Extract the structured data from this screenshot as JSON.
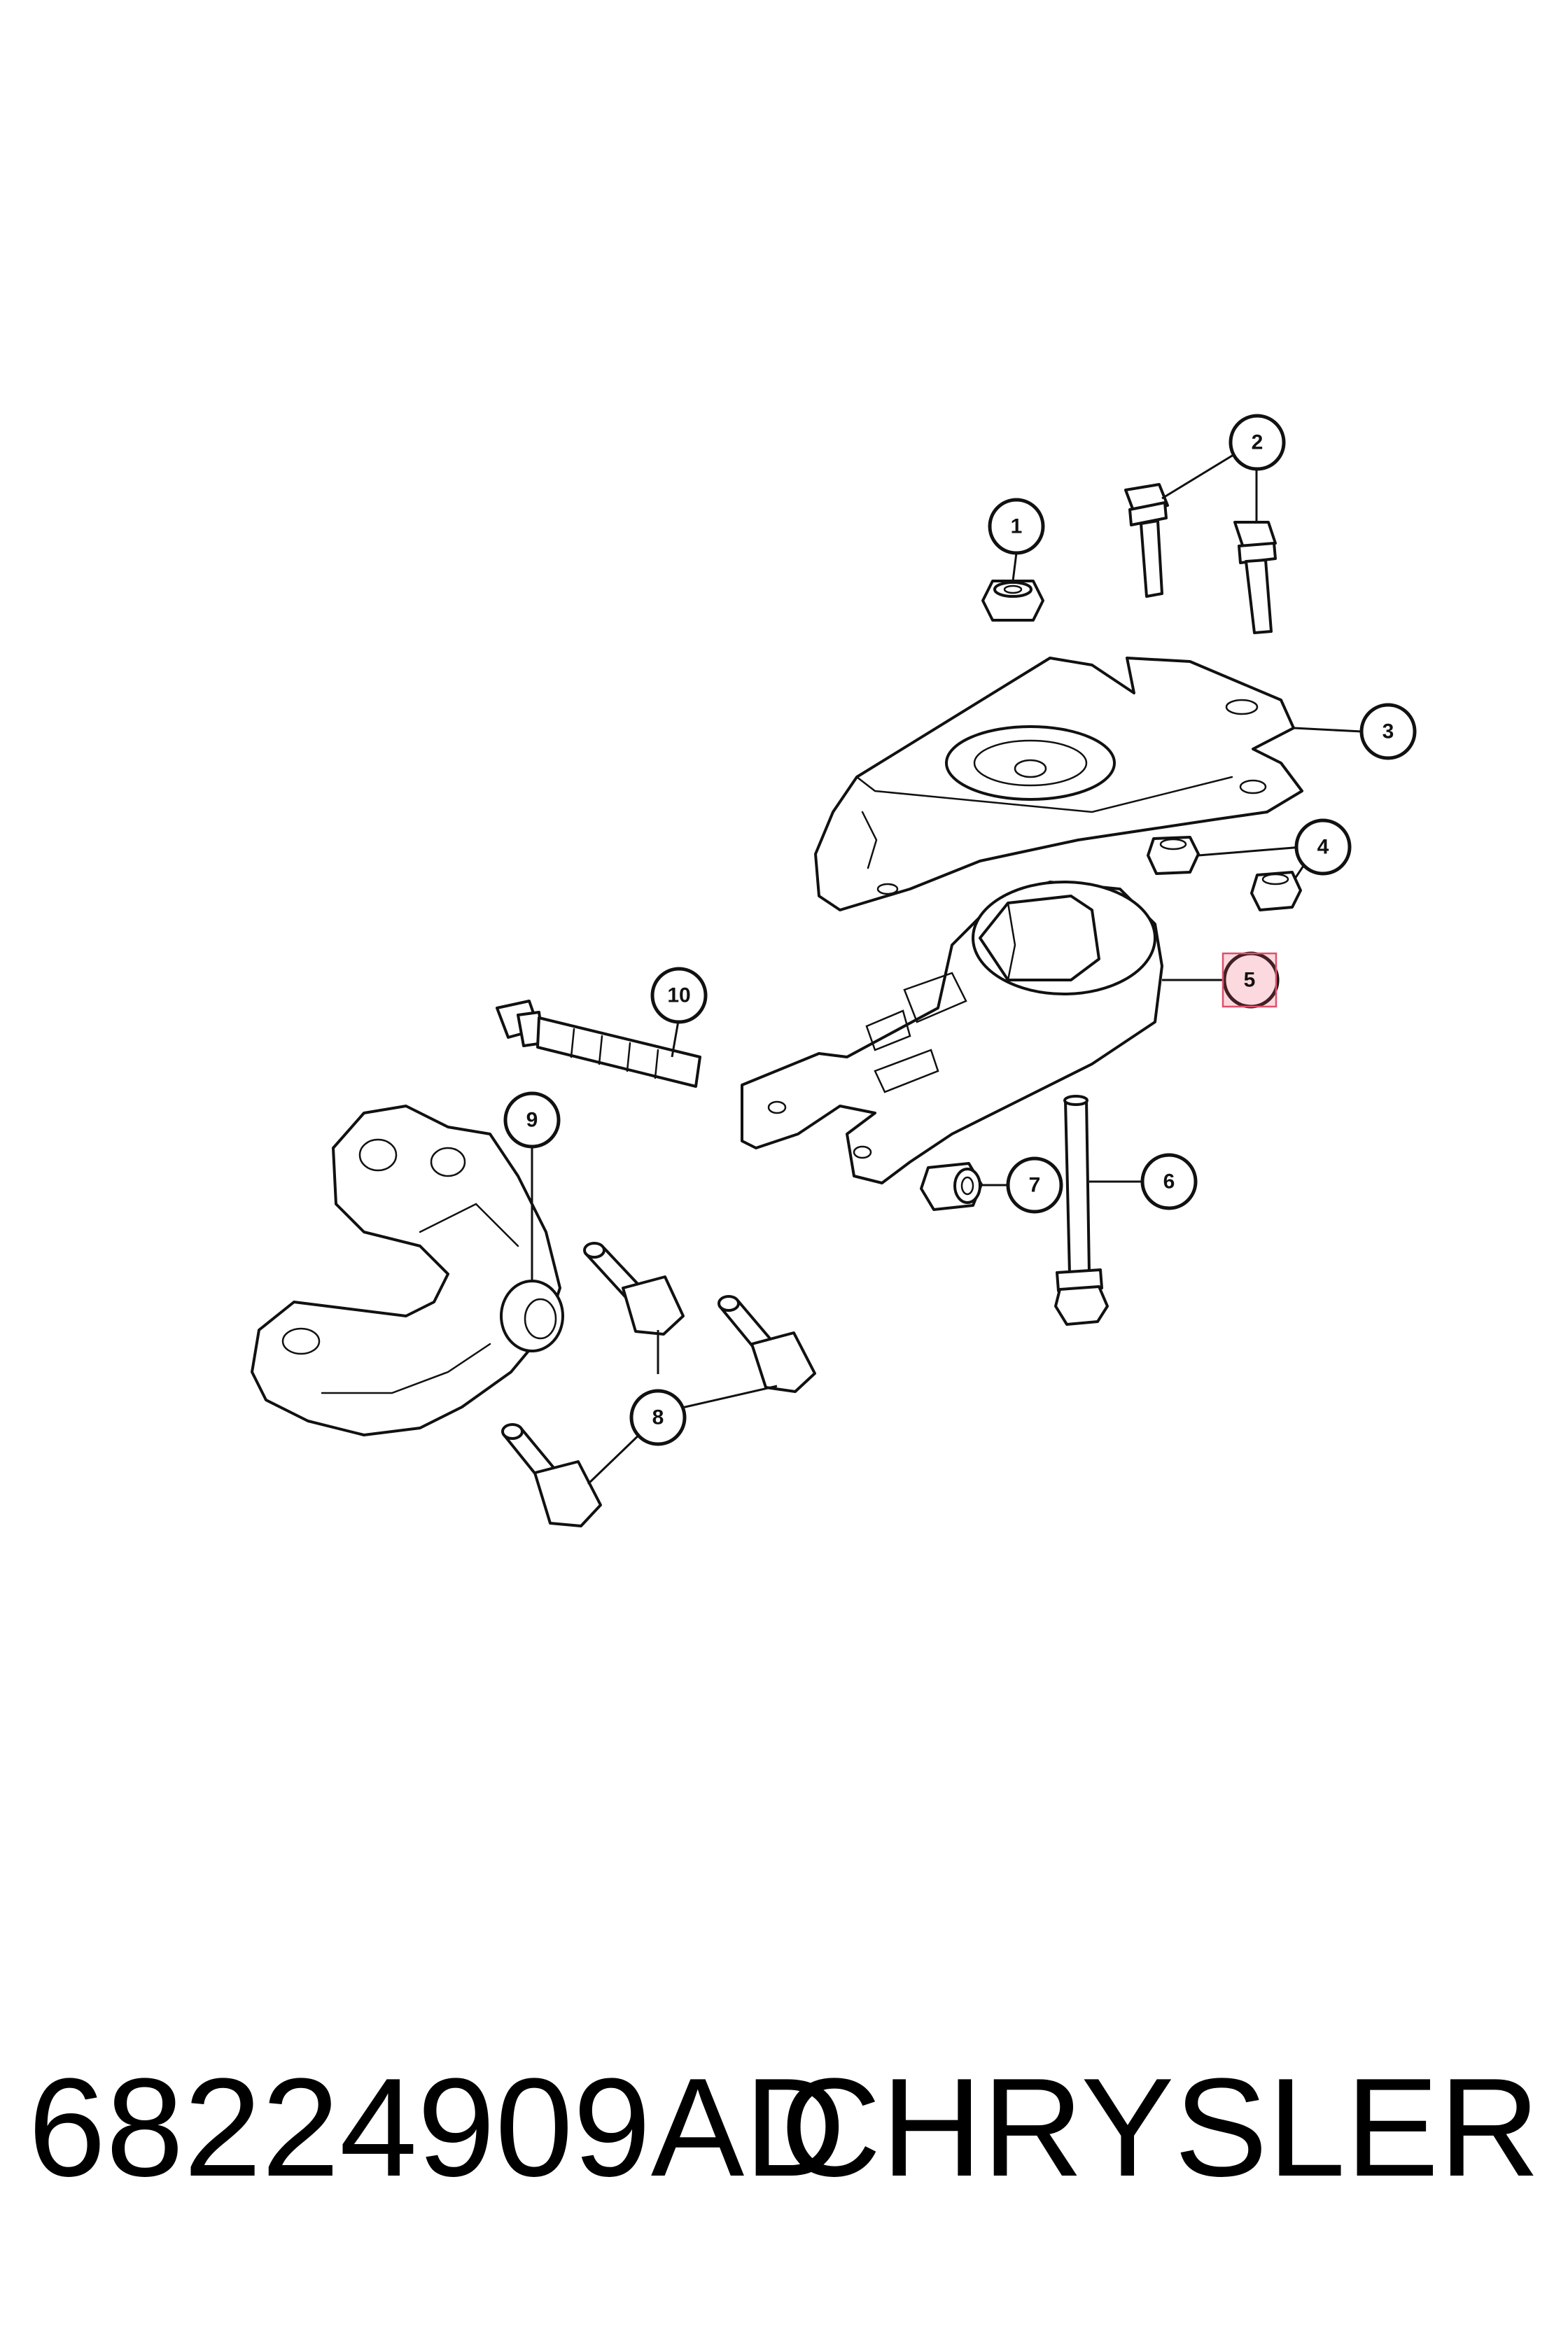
{
  "diagram": {
    "callouts": [
      {
        "id": "1",
        "label": "1"
      },
      {
        "id": "2",
        "label": "2"
      },
      {
        "id": "3",
        "label": "3"
      },
      {
        "id": "4",
        "label": "4"
      },
      {
        "id": "5",
        "label": "5",
        "highlighted": true
      },
      {
        "id": "6",
        "label": "6"
      },
      {
        "id": "7",
        "label": "7"
      },
      {
        "id": "8",
        "label": "8"
      },
      {
        "id": "9",
        "label": "9"
      },
      {
        "id": "10",
        "label": "10"
      }
    ],
    "highlight_color": "#e0506a"
  },
  "caption": {
    "part_number": "68224909AD",
    "brand": "CHRYSLER"
  }
}
